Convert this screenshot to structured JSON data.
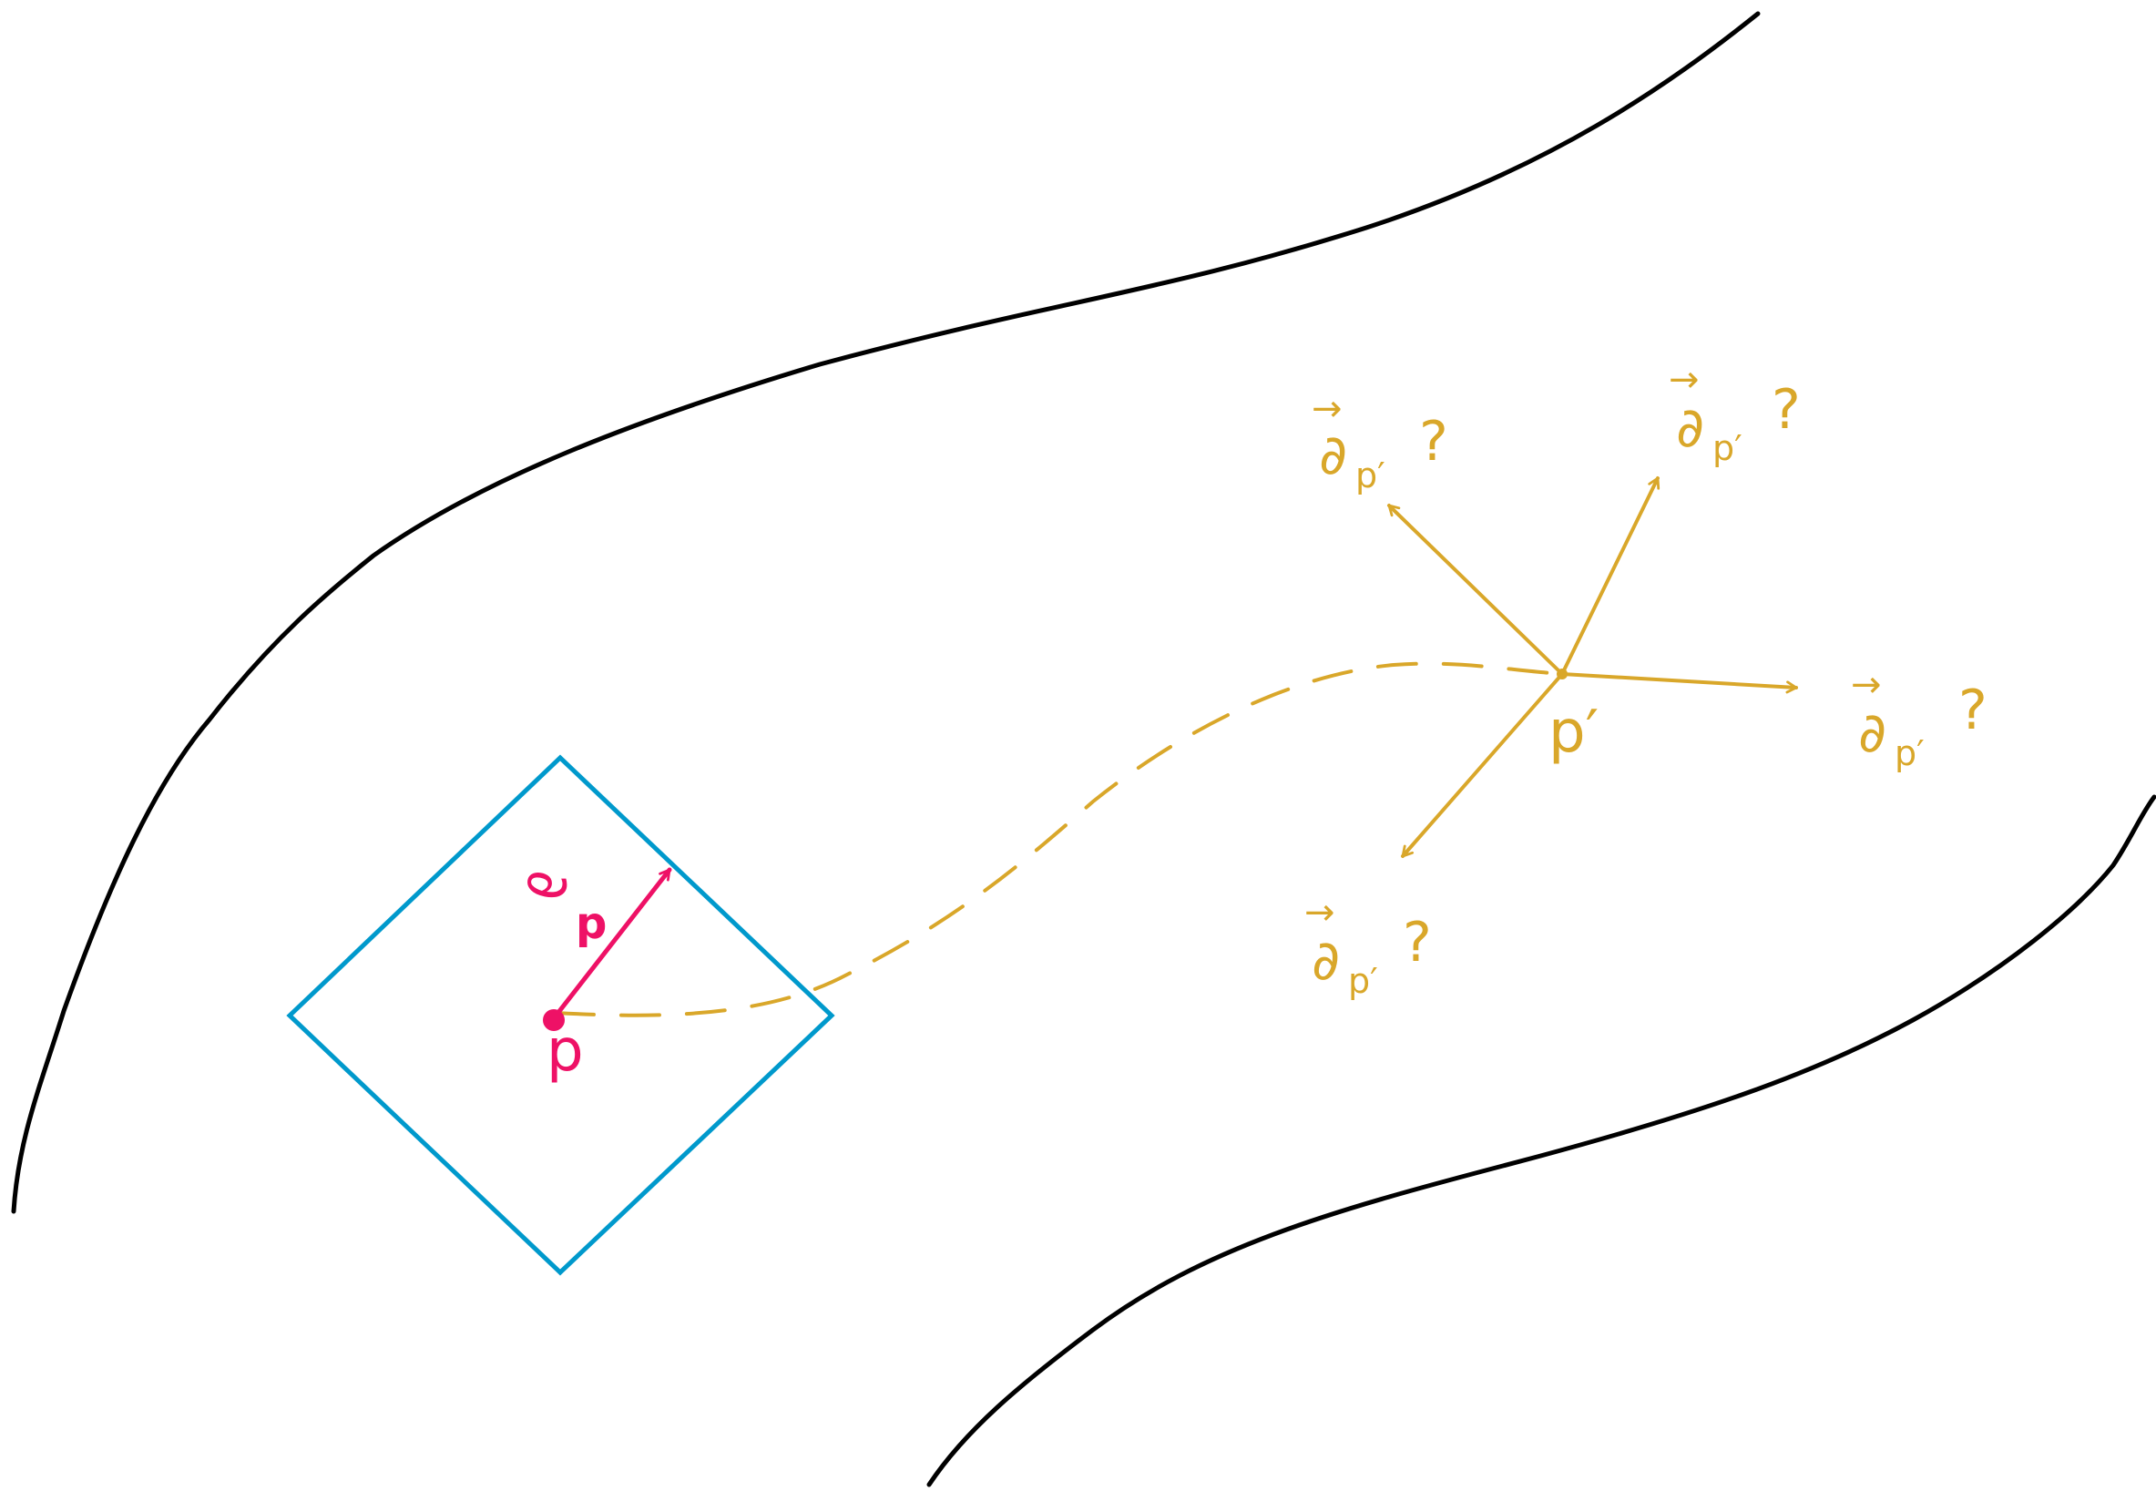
{
  "colors": {
    "boundary": "#000000",
    "square": "#0099cc",
    "tangent_vector": "#ee1166",
    "gold": "#d9a72a"
  },
  "labels": {
    "point_p": "p",
    "vector_p_base": "∂",
    "vector_p_sub": "p",
    "point_p_prime": "p′",
    "candidate_base": "∂",
    "candidate_sub": "p′",
    "question": "?"
  }
}
